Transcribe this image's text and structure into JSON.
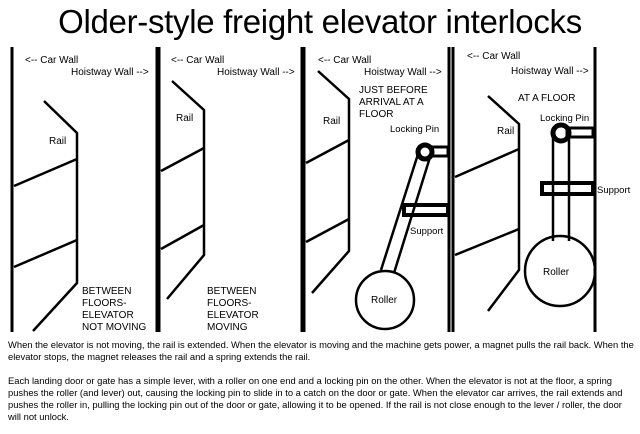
{
  "title": "Older-style freight elevator interlocks",
  "labels": {
    "car_wall": "<-- Car Wall",
    "hoistway_wall": "Hoistway Wall -->",
    "rail": "Rail",
    "locking_pin": "Locking Pin",
    "support": "Support",
    "roller": "Roller"
  },
  "panels": [
    {
      "state": [
        "BETWEEN",
        "FLOORS-",
        "ELEVATOR",
        "NOT MOVING"
      ]
    },
    {
      "state": [
        "BETWEEN",
        "FLOORS-",
        "ELEVATOR",
        "MOVING"
      ]
    },
    {
      "state": [
        "JUST BEFORE",
        "ARRIVAL AT A",
        "FLOOR"
      ]
    },
    {
      "state": [
        "AT A FLOOR"
      ]
    }
  ],
  "captions": [
    "When the elevator is not moving, the rail is extended. When the elevator is moving and the machine gets power, a magnet pulls the rail back. When the elevator stops, the magnet releases the rail and a spring extends the rail.",
    "Each landing door or gate has a simple lever, with a roller on one end and a locking pin on the other. When the elevator is not at the floor, a spring pushes the roller (and lever) out, causing the locking pin to slide in to a catch on the door or gate. When the elevator car arrives, the rail extends and pushes the roller in, pulling the locking pin out of the door or gate, allowing it to be opened. If the rail is not close enough to the lever / roller, the door will not unlock."
  ]
}
